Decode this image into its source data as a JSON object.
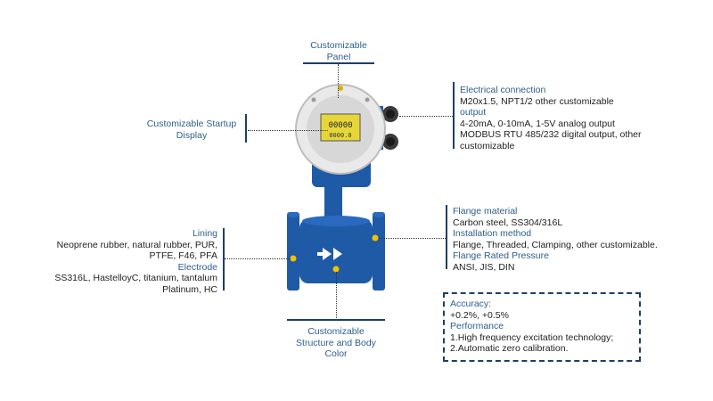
{
  "top": {
    "line1": "Customizable",
    "line2": "Panel"
  },
  "startup": {
    "line1": "Customizable Startup",
    "line2": "Display"
  },
  "electrical": {
    "title": "Electrical connection",
    "line1": "M20x1.5, NPT1/2 other customizable",
    "line2": "output",
    "line3": "4-20mA, 0-10mA, 1-5V analog output",
    "line4": "MODBUS RTU 485/232 digital output, other",
    "line5": "customizable"
  },
  "lining": {
    "title": "Lining",
    "line1": "Neoprene rubber, natural rubber, PUR,",
    "line2": "PTFE, F46, PFA",
    "electrode_title": "Electrode",
    "line3": "SS316L, HastelloyC, titanium, tantalum",
    "line4": "Platinum, HC"
  },
  "flange": {
    "title": "Flange material",
    "line1": "Carbon steel, SS304/316L",
    "install_title": "Installation method",
    "line2": "Flange, Threaded, Clamping, other customizable.",
    "pressure_title": "Flange Rated Pressure",
    "line3": "ANSI, JIS, DIN"
  },
  "accuracy": {
    "title": "Accuracy:",
    "line1": "+0.2%, +0.5%",
    "perf_title": "Performance",
    "line2": "1.High frequency excitation technology;",
    "line3": "2.Automatic zero calibration."
  },
  "bottom": {
    "line1": "Customizable",
    "line2": "Structure and Body",
    "line3": "Color"
  },
  "display": {
    "reading": "00000",
    "sub": "0000.0"
  },
  "colors": {
    "device_blue": "#1f5aa6",
    "accent": "#1c3f66",
    "yellow": "#f2c200"
  }
}
